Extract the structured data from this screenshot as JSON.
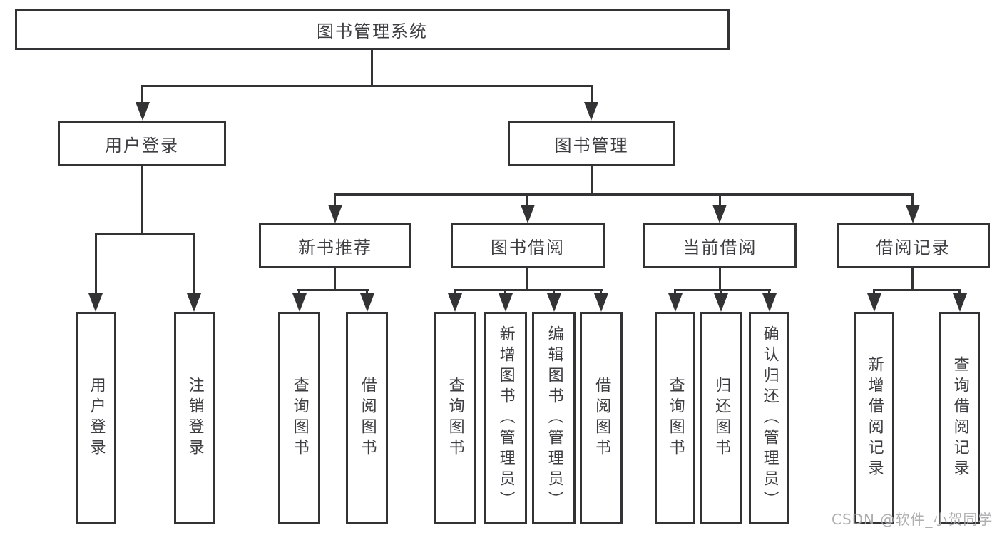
{
  "diagram": {
    "root": {
      "label": "图书管理系统"
    },
    "branches": [
      {
        "label": "用户登录",
        "children": [
          {
            "label": "用户登录"
          },
          {
            "label": "注销登录"
          }
        ]
      },
      {
        "label": "图书管理",
        "children": [
          {
            "label": "新书推荐",
            "children": [
              {
                "label": "查询图书"
              },
              {
                "label": "借阅图书"
              }
            ]
          },
          {
            "label": "图书借阅",
            "children": [
              {
                "label": "查询图书"
              },
              {
                "label": "新增图书（管理员）"
              },
              {
                "label": "编辑图书（管理员）"
              },
              {
                "label": "借阅图书"
              }
            ]
          },
          {
            "label": "当前借阅",
            "children": [
              {
                "label": "查询图书"
              },
              {
                "label": "归还图书"
              },
              {
                "label": "确认归还（管理员）"
              }
            ]
          },
          {
            "label": "借阅记录",
            "children": [
              {
                "label": "新增借阅记录"
              },
              {
                "label": "查询借阅记录"
              }
            ]
          }
        ]
      }
    ]
  },
  "watermark": {
    "text": "CSDN @软件_小贺同学"
  },
  "colors": {
    "stroke": "#333336",
    "text": "#3d3d42",
    "watermark": "#a8a8aa"
  }
}
